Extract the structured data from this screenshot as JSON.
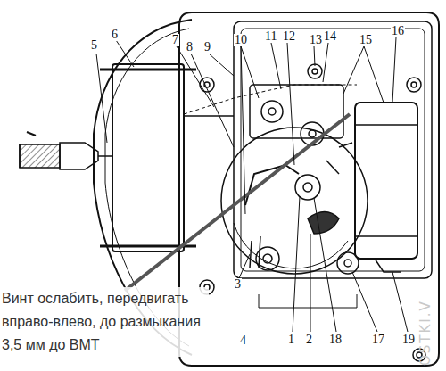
{
  "diagram": {
    "labels": [
      "5",
      "6",
      "7",
      "8",
      "9",
      "10",
      "11",
      "12",
      "13",
      "14",
      "15",
      "16",
      "3",
      "4",
      "1",
      "2",
      "18",
      "17",
      "19",
      "Винт ослабить, передвигать вправо-влево, до размыкания 3,5 мм до ВМТ",
      "OSTKI.V"
    ]
  }
}
